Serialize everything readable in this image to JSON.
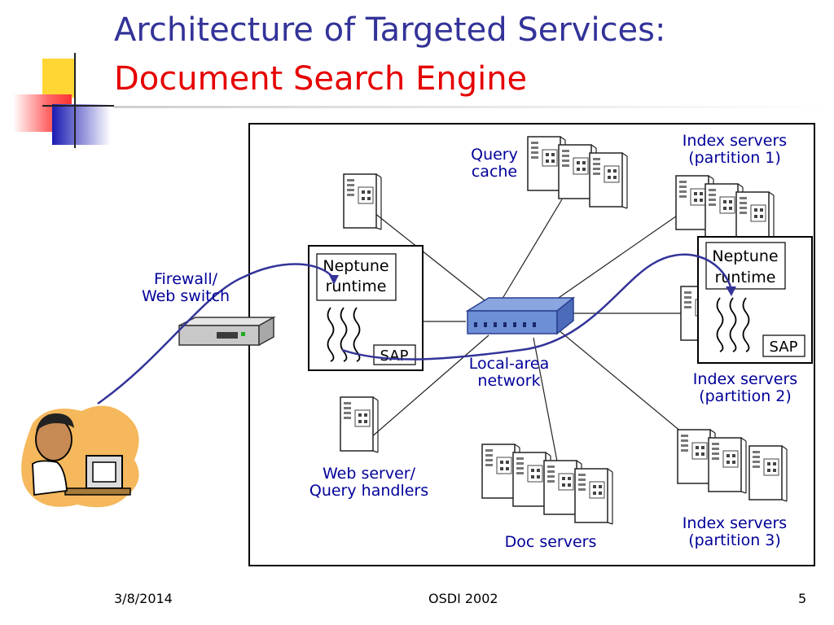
{
  "slide": {
    "title_line1": "Architecture of Targeted Services:",
    "title_line2": "Document Search Engine"
  },
  "diagram": {
    "query_cache": [
      "Query",
      "cache"
    ],
    "index_p1": [
      "Index servers",
      "(partition 1)"
    ],
    "index_p2": [
      "Index servers",
      "(partition 2)"
    ],
    "index_p3": [
      "Index servers",
      "(partition 3)"
    ],
    "firewall": [
      "Firewall/",
      "Web switch"
    ],
    "lan": [
      "Local-area",
      "network"
    ],
    "web_server": [
      "Web server/",
      "Query handlers"
    ],
    "doc_servers": "Doc servers",
    "neptune_runtime": [
      "Neptune",
      "runtime"
    ],
    "sap": "SAP"
  },
  "footer": {
    "date": "3/8/2014",
    "center": "OSDI 2002",
    "page": "5"
  },
  "colors": {
    "title": "#333399",
    "subtitle": "#e60000",
    "label": "#000099",
    "arrow": "#333399"
  }
}
